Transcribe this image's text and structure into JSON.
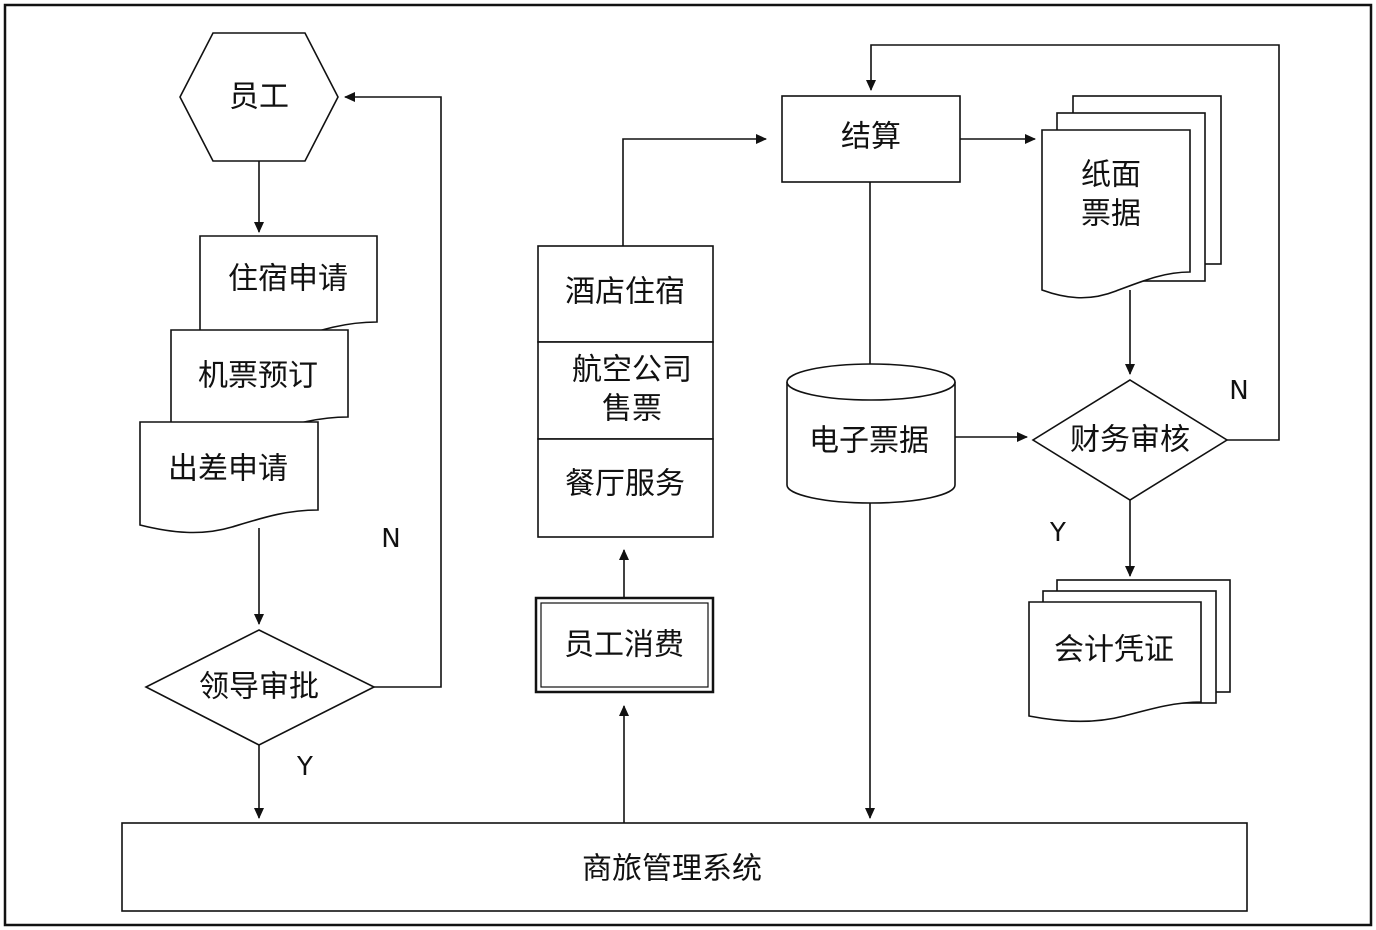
{
  "diagram": {
    "nodes": {
      "employee": "员工",
      "accommodation_request": "住宿申请",
      "ticket_booking": "机票预订",
      "travel_request": "出差申请",
      "leader_approval": "领导审批",
      "hotel_stay": "酒店住宿",
      "airline_sales_line1": "航空公司",
      "airline_sales_line2": "售票",
      "restaurant_service": "餐厅服务",
      "employee_consumption": "员工消费",
      "settlement": "结算",
      "paper_receipt_line1": "纸面",
      "paper_receipt_line2": "票据",
      "electronic_receipt": "电子票据",
      "financial_audit": "财务审核",
      "accounting_voucher": "会计凭证",
      "travel_management_system": "商旅管理系统"
    },
    "branch_labels": {
      "approval_no": "N",
      "approval_yes": "Y",
      "audit_no": "N",
      "audit_yes": "Y"
    }
  }
}
